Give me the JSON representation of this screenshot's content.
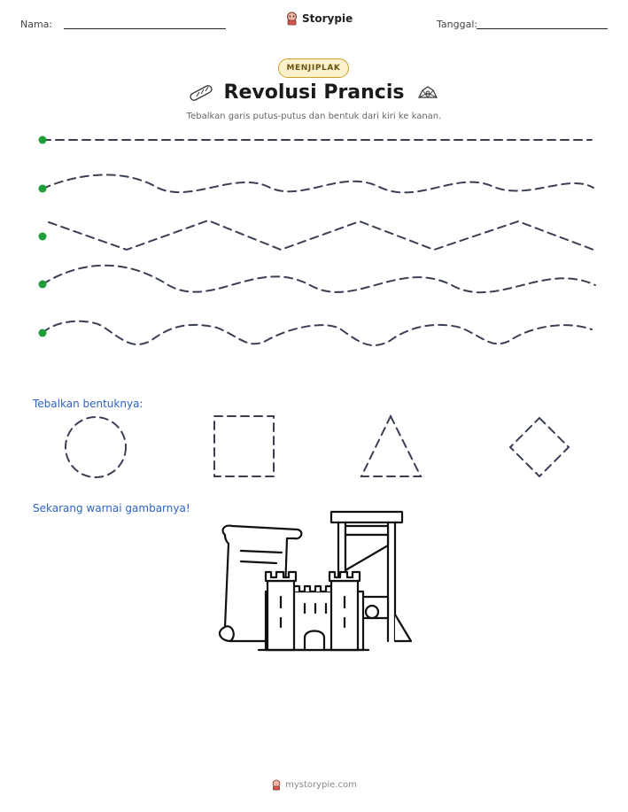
{
  "header": {
    "name_label": "Nama:",
    "date_label": "Tanggal:",
    "brand": "Storypie"
  },
  "badge": "MENJIPLAK",
  "title": "Revolusi Prancis",
  "subtitle": "Tebalkan garis putus-putus dan bentuk dari kiri ke kanan.",
  "trace_lines": [
    "straight",
    "wave",
    "zigzag",
    "wave",
    "bumps"
  ],
  "sections": {
    "shapes_label": "Tebalkan bentuknya:",
    "shapes": [
      "circle",
      "square",
      "triangle",
      "diamond"
    ],
    "coloring_label": "Sekarang warnai gambarnya!"
  },
  "footer": {
    "url": "mystorypie.com"
  },
  "icons": [
    "baguette-icon",
    "jewels-icon",
    "storypie-logo-icon"
  ],
  "colors": {
    "accent_green": "#1f9d3a",
    "section_blue": "#2d63c8",
    "dash": "#3a3f55"
  }
}
